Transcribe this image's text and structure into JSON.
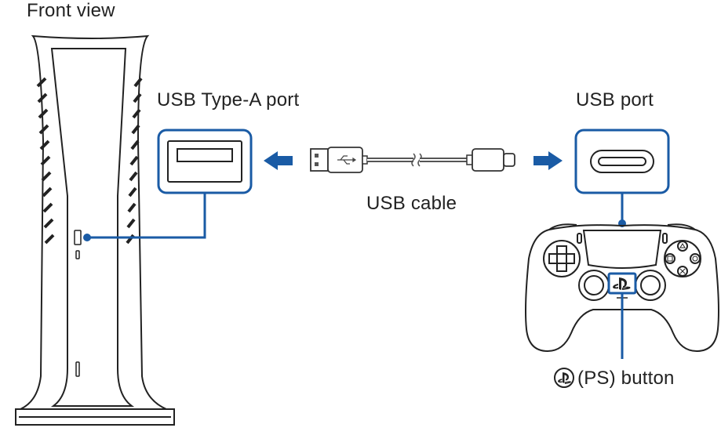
{
  "labels": {
    "front_view": "Front view",
    "usb_type_a_port": "USB Type-A port",
    "usb_port": "USB port",
    "usb_cable": "USB cable",
    "ps_button": "(PS) button"
  },
  "colors": {
    "accent": "#1a5ba5",
    "line": "#222222",
    "cable": "#555555"
  },
  "icons": [
    "usb-symbol-icon",
    "playstation-logo-icon",
    "arrow-left-icon",
    "arrow-right-icon"
  ]
}
